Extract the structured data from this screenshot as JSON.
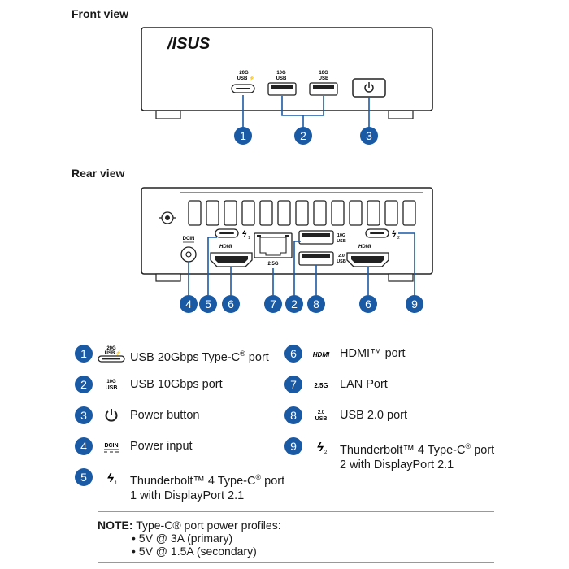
{
  "headings": {
    "front": "Front view",
    "rear": "Rear view"
  },
  "front": {
    "logo": "/ISUS",
    "port_labels": {
      "usb20g_top": "20G",
      "usb20g_bottom": "USB",
      "usb10g_a_top": "10G",
      "usb10g_a_bottom": "USB",
      "usb10g_b_top": "10G",
      "usb10g_b_bottom": "USB"
    },
    "callouts": [
      "1",
      "2",
      "3"
    ]
  },
  "rear": {
    "port_labels": {
      "dcin": "DCIN",
      "hdmi_a": "HDMI",
      "hdmi_b": "HDMI",
      "lan": "2.5G",
      "usb10g_top": "10G",
      "usb10g_bottom": "USB",
      "usb2_top": "2.0",
      "usb2_bottom": "USB"
    },
    "callouts": [
      "4",
      "5",
      "6",
      "7",
      "2",
      "8",
      "6",
      "9"
    ]
  },
  "legend": [
    {
      "num": "1",
      "icon": "usb-20gbps-typec-icon",
      "text": "USB 20Gbps Type-C",
      "sup": "®",
      "text_after": " port"
    },
    {
      "num": "2",
      "icon": "usb-10g-icon",
      "text": "USB 10Gbps port"
    },
    {
      "num": "3",
      "icon": "power-icon",
      "text": "Power button"
    },
    {
      "num": "4",
      "icon": "dcin-icon",
      "text": "Power input"
    },
    {
      "num": "5",
      "icon": "thunderbolt-1-icon",
      "text": "Thunderbolt™ 4 Type-C",
      "sup": "®",
      "text_after": " port",
      "line2": "1 with DisplayPort 2.1"
    },
    {
      "num": "6",
      "icon": "hdmi-icon",
      "text": "HDMI™ port"
    },
    {
      "num": "7",
      "icon": "lan-2.5g-icon",
      "text": "LAN Port"
    },
    {
      "num": "8",
      "icon": "usb-2.0-icon",
      "text": "USB 2.0 port"
    },
    {
      "num": "9",
      "icon": "thunderbolt-2-icon",
      "text": "Thunderbolt™ 4 Type-C",
      "sup": "®",
      "text_after": " port",
      "line2": "2 with DisplayPort 2.1"
    }
  ],
  "legend_icon_text": {
    "usb20g_top": "20G",
    "usb20g_bottom": "USB",
    "usb10g_top": "10G",
    "usb10g_bottom": "USB",
    "dcin": "DCIN",
    "hdmi": "HDMI",
    "lan": "2.5G",
    "usb2_top": "2.0",
    "usb2_bottom": "USB"
  },
  "note": {
    "label": "NOTE:",
    "intro": "Type-C® port power profiles:",
    "lines": [
      "• 5V @ 3A (primary)",
      "• 5V @ 1.5A (secondary)"
    ]
  },
  "colors": {
    "badge": "#1a5aa5",
    "line": "#1a5aa5",
    "outline": "#222222"
  }
}
